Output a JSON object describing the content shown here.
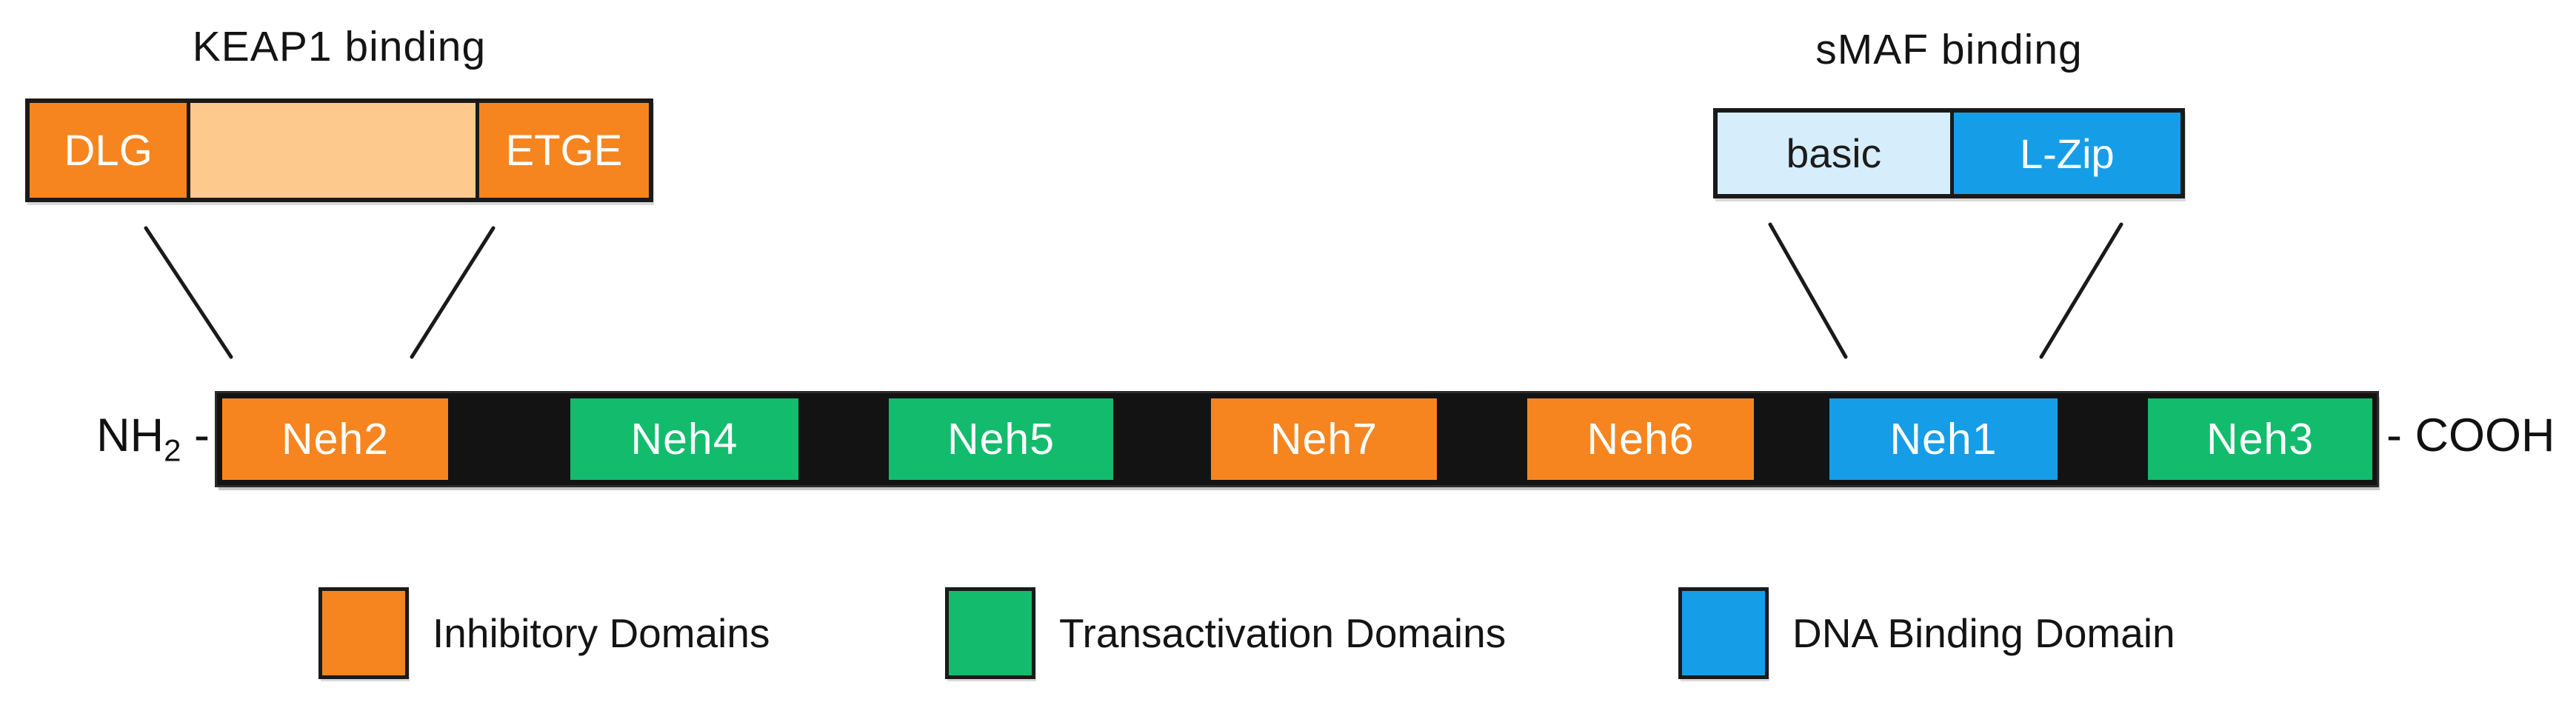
{
  "colors": {
    "inhibitory": "#F6851F",
    "transactivation": "#12BC6C",
    "dna_binding": "#169DE8",
    "linker": "#FDC98C",
    "basic": "#D6EEFB",
    "outline": "#1A1A1A",
    "backbone": "#131313"
  },
  "keap1_annotation": {
    "title": "KEAP1 binding",
    "segments": {
      "dlg": {
        "label": "DLG",
        "type": "inhibitory"
      },
      "linker": {
        "label": "",
        "type": "linker"
      },
      "etge": {
        "label": "ETGE",
        "type": "inhibitory"
      }
    }
  },
  "smaf_annotation": {
    "title": "sMAF binding",
    "segments": {
      "basic": {
        "label": "basic",
        "type": "basic"
      },
      "lzip": {
        "label": "L-Zip",
        "type": "dna_binding"
      }
    }
  },
  "protein_bar": {
    "n_terminus": {
      "text": "NH",
      "subscript": "2",
      "bond": "-"
    },
    "c_terminus": {
      "bond": "-",
      "text": "COOH"
    },
    "domains": [
      {
        "label": "Neh2",
        "type": "inhibitory"
      },
      {
        "label": "Neh4",
        "type": "transactivation"
      },
      {
        "label": "Neh5",
        "type": "transactivation"
      },
      {
        "label": "Neh7",
        "type": "inhibitory"
      },
      {
        "label": "Neh6",
        "type": "inhibitory"
      },
      {
        "label": "Neh1",
        "type": "dna_binding"
      },
      {
        "label": "Neh3",
        "type": "transactivation"
      }
    ]
  },
  "legend": {
    "items": [
      {
        "label": "Inhibitory Domains",
        "type": "inhibitory"
      },
      {
        "label": "Transactivation Domains",
        "type": "transactivation"
      },
      {
        "label": "DNA Binding Domain",
        "type": "dna_binding"
      }
    ]
  }
}
